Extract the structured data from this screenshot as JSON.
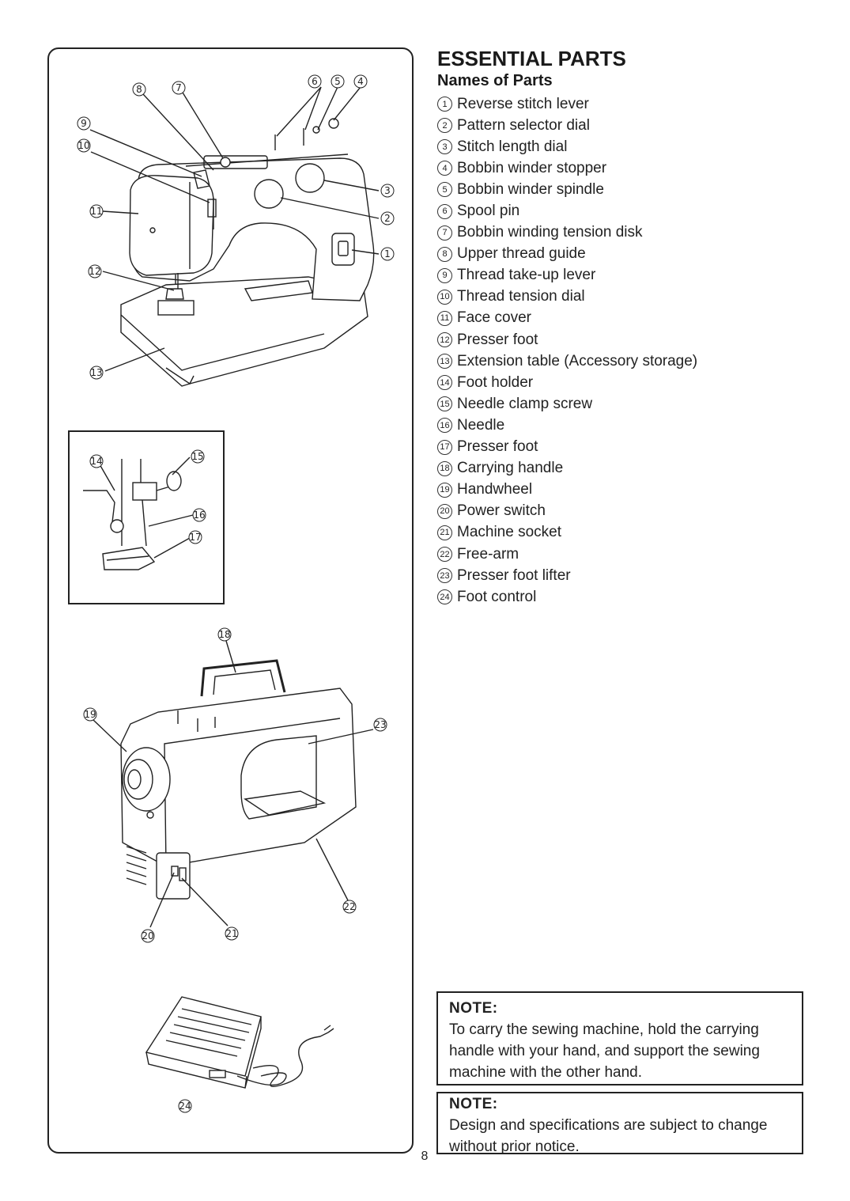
{
  "heading": "ESSENTIAL PARTS",
  "subheading": "Names of Parts",
  "parts": [
    {
      "n": "1",
      "label": "Reverse stitch lever"
    },
    {
      "n": "2",
      "label": "Pattern selector dial"
    },
    {
      "n": "3",
      "label": "Stitch length dial"
    },
    {
      "n": "4",
      "label": "Bobbin winder stopper"
    },
    {
      "n": "5",
      "label": "Bobbin winder spindle"
    },
    {
      "n": "6",
      "label": "Spool pin"
    },
    {
      "n": "7",
      "label": "Bobbin winding tension disk"
    },
    {
      "n": "8",
      "label": "Upper thread guide"
    },
    {
      "n": "9",
      "label": "Thread take-up lever"
    },
    {
      "n": "10",
      "label": "Thread tension dial"
    },
    {
      "n": "11",
      "label": "Face cover"
    },
    {
      "n": "12",
      "label": "Presser foot"
    },
    {
      "n": "13",
      "label": "Extension table (Accessory storage)"
    },
    {
      "n": "14",
      "label": "Foot holder"
    },
    {
      "n": "15",
      "label": "Needle clamp screw"
    },
    {
      "n": "16",
      "label": "Needle"
    },
    {
      "n": "17",
      "label": "Presser foot"
    },
    {
      "n": "18",
      "label": "Carrying handle"
    },
    {
      "n": "19",
      "label": "Handwheel"
    },
    {
      "n": "20",
      "label": "Power switch"
    },
    {
      "n": "21",
      "label": "Machine socket"
    },
    {
      "n": "22",
      "label": "Free-arm"
    },
    {
      "n": "23",
      "label": "Presser foot lifter"
    },
    {
      "n": "24",
      "label": "Foot control"
    }
  ],
  "notes": [
    {
      "title": "NOTE:",
      "lines": [
        "To carry the sewing machine, hold the carrying",
        "handle with your hand, and support the sewing",
        "machine with the other hand."
      ]
    },
    {
      "title": "NOTE:",
      "lines": [
        "Design and specifications are subject to change",
        "without prior notice."
      ]
    }
  ],
  "page_number": "8",
  "callouts": {
    "c1": "1",
    "c2": "2",
    "c3": "3",
    "c4": "4",
    "c5": "5",
    "c6": "6",
    "c7": "7",
    "c8": "8",
    "c9": "9",
    "c10": "10",
    "c11": "11",
    "c12": "12",
    "c13": "13",
    "c14": "14",
    "c15": "15",
    "c16": "16",
    "c17": "17",
    "c18": "18",
    "c19": "19",
    "c20": "20",
    "c21": "21",
    "c22": "22",
    "c23": "23",
    "c24": "24"
  }
}
